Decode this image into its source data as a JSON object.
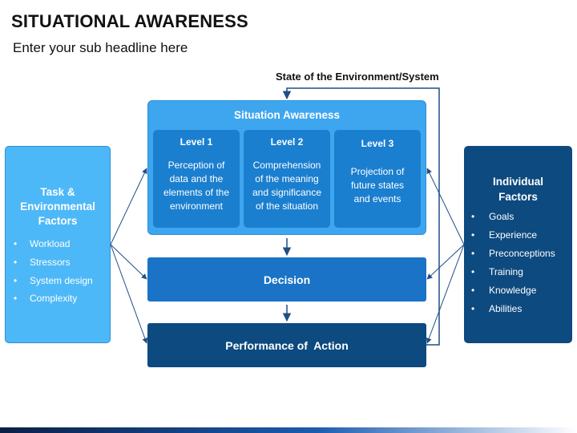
{
  "title": "SITUATIONAL AWARENESS",
  "subtitle": "Enter your sub headline here",
  "environment_label": "State of the Environment/System",
  "left_box": {
    "title_lines": [
      "Task &",
      "Environmental",
      "Factors"
    ],
    "items": [
      "Workload",
      "Stressors",
      "System design",
      "Complexity"
    ]
  },
  "right_box": {
    "title_lines": [
      "Individual",
      "Factors"
    ],
    "items": [
      "Goals",
      "Experience",
      "Preconceptions",
      "Training",
      "Knowledge",
      "Abilities"
    ]
  },
  "situation_awareness": {
    "title": "Situation Awareness",
    "levels": [
      {
        "label": "Level 1",
        "lines": [
          "Perception of",
          "data and the",
          "elements of the",
          "environment"
        ]
      },
      {
        "label": "Level 2",
        "lines": [
          "Comprehension",
          "of the meaning",
          "and significance",
          "of the situation"
        ]
      },
      {
        "label": "Level 3",
        "lines": [
          "Projection of",
          "future states",
          "and events"
        ]
      }
    ]
  },
  "decision": "Decision",
  "performance": "Performance of  Action",
  "bullet_char": "•",
  "colors": {
    "left_box": "#4db8f7",
    "right_box": "#0d4a7f",
    "sa_container": "#3ea6ef",
    "level_box": "#1b7fd0",
    "decision": "#1a73c6",
    "performance": "#0d4a7f",
    "connector": "#1f4e86"
  }
}
